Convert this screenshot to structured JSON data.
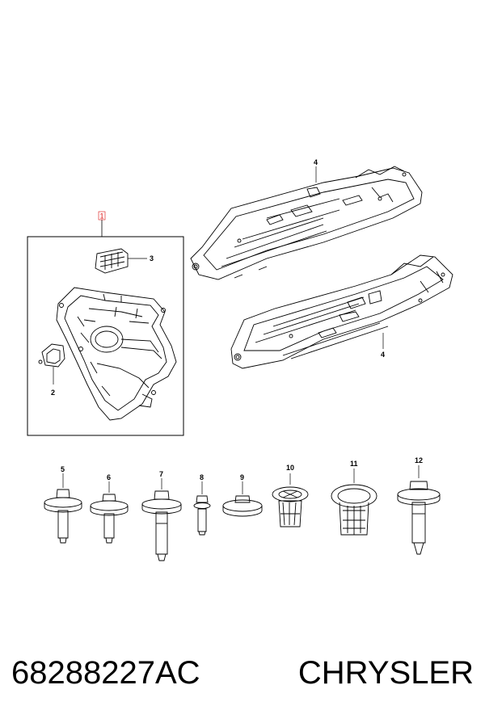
{
  "callouts": {
    "c1": "1",
    "c2": "2",
    "c3": "3",
    "c4a": "4",
    "c4b": "4",
    "c5": "5",
    "c6": "6",
    "c7": "7",
    "c8": "8",
    "c9": "9",
    "c10": "10",
    "c11": "11",
    "c12": "12"
  },
  "footer": {
    "part_number": "68288227AC",
    "brand": "CHRYSLER"
  },
  "colors": {
    "line": "#000000",
    "highlight": "#dd1111"
  }
}
